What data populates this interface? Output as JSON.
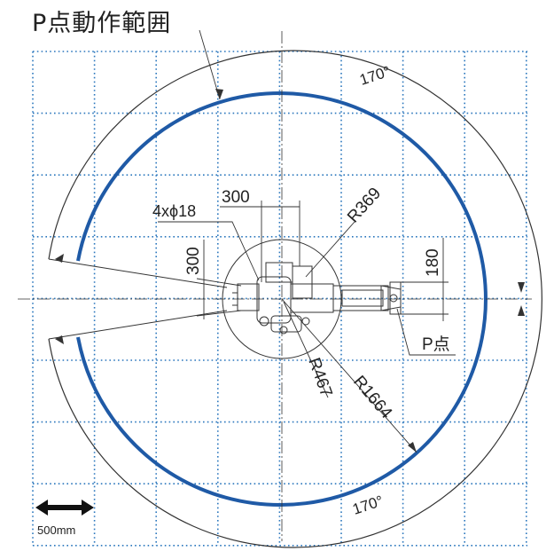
{
  "title": "P点動作範囲",
  "labels": {
    "angle_top": "170°",
    "angle_bottom": "170°",
    "hole": "4xϕ18",
    "dim_300_h": "300",
    "dim_300_v": "300",
    "r369": "R369",
    "dim_180": "180",
    "p_point": "P点",
    "r467": "R467",
    "r1664": "R1664",
    "scale": "500mm"
  },
  "colors": {
    "grid": "#2b77bd",
    "range_arc": "#1f5aa6",
    "line": "#333333"
  }
}
